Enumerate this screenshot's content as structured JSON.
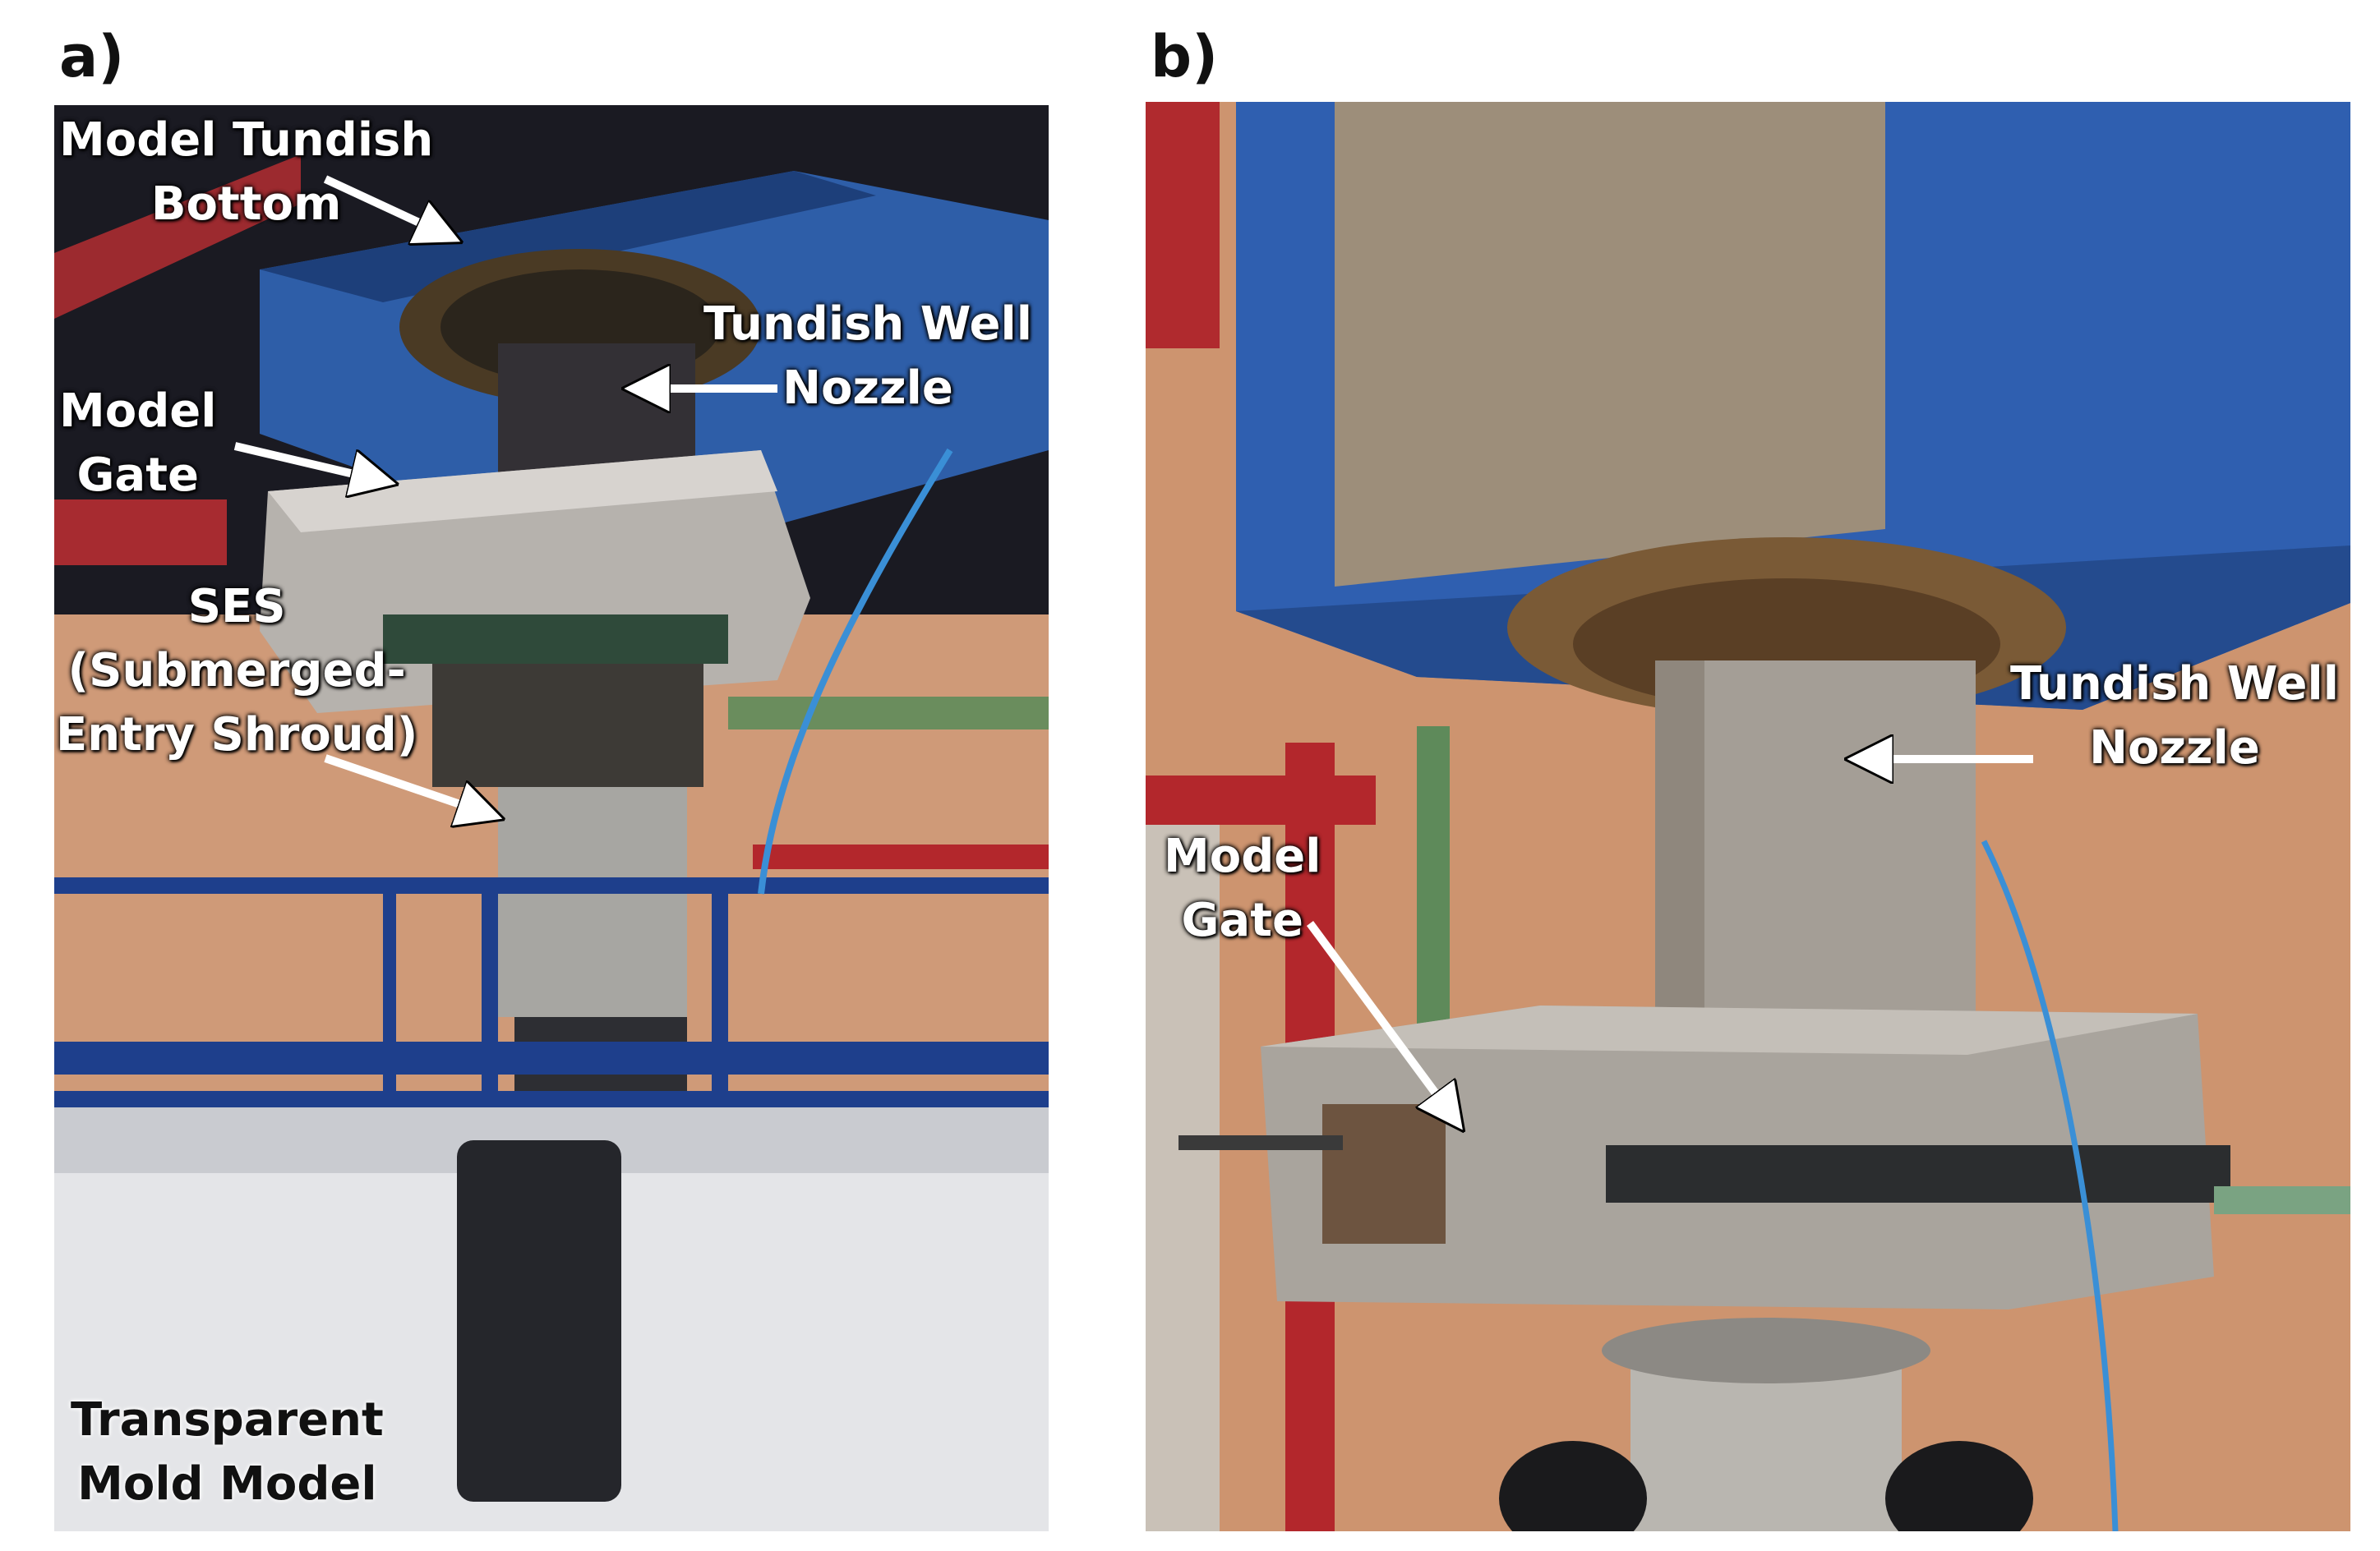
{
  "panels": {
    "a": {
      "letter": "a)",
      "labels": {
        "tundish_bottom": "Model Tundish\nBottom",
        "tundish_well_nozzle": "Tundish Well\nNozzle",
        "model_gate": "Model\nGate",
        "ses": "SES\n(Submerged-\nEntry Shroud)",
        "mold_model": "Transparent\nMold Model"
      }
    },
    "b": {
      "letter": "b)",
      "labels": {
        "tundish_well_nozzle": "Tundish Well\nNozzle",
        "model_gate": "Model\nGate"
      }
    }
  },
  "colors": {
    "tundish_blue": "#2f5fb0",
    "frame_red": "#b3272c",
    "wall": "#c9916a",
    "steel": "#9b948b",
    "mold_white": "#e6e7ea"
  }
}
